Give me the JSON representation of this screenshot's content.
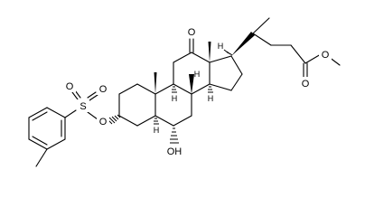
{
  "molecule": {
    "atoms": {
      "o_ketone": "O",
      "o_ester_carbonyl": "O",
      "o_ester_ether": "O",
      "o_tosyl_ester": "O",
      "s_sulfonyl": "S",
      "o_sulfonyl_left": "O",
      "o_sulfonyl_right": "O",
      "hydroxyl": "OH",
      "h_c8": "H",
      "h_c9": "H",
      "h_c14": "H",
      "h_c5": "H",
      "h_c17": "H"
    }
  }
}
